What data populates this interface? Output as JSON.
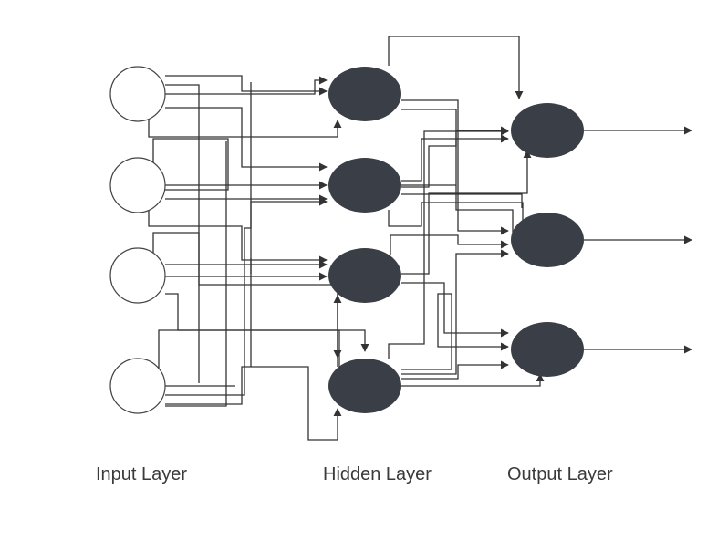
{
  "diagram": {
    "labels": {
      "input": "Input Layer",
      "hidden": "Hidden Layer",
      "output": "Output Layer"
    },
    "layers": {
      "input": {
        "count": 4
      },
      "hidden": {
        "count": 4
      },
      "output": {
        "count": 3
      }
    },
    "colors": {
      "line": "#333333",
      "input_fill": "#ffffff",
      "input_stroke": "#444444",
      "hidden_fill": "#3a3e46",
      "output_fill": "#3a3e46"
    }
  }
}
